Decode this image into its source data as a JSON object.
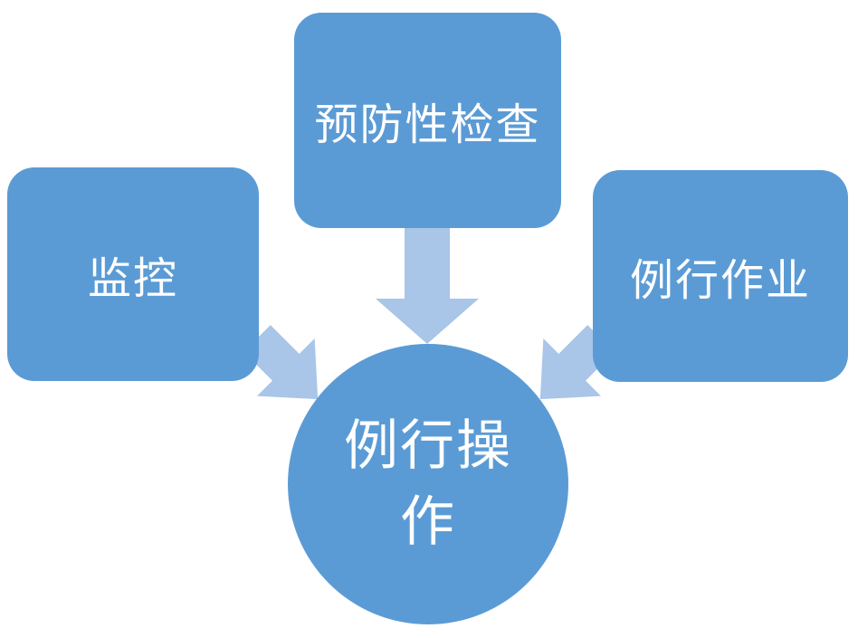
{
  "diagram": {
    "boxes": [
      {
        "id": "monitoring",
        "label": "监控"
      },
      {
        "id": "preventive-inspection",
        "label": "预防性检查"
      },
      {
        "id": "routine-work",
        "label": "例行作业"
      }
    ],
    "center": {
      "label": "例行操作"
    },
    "colors": {
      "shape_fill": "#5b9bd5",
      "arrow_fill": "#a9c5e8",
      "text": "#ffffff",
      "background": "#ffffff"
    }
  }
}
